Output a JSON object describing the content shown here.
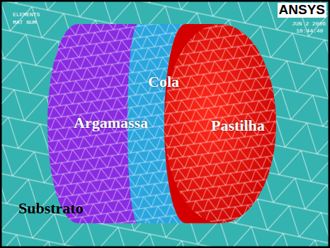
{
  "diagram": {
    "nodes": [
      {
        "text": [
          "Argamassa"
        ]
      },
      {
        "text": [
          "Cola"
        ]
      },
      {
        "text": [
          "Pastilha"
        ]
      }
    ],
    "labels": [
      "ELEMENTS",
      "MAT NUM",
      "ANSYS",
      "JUN 2 2006",
      "10:44:40",
      "Substrato"
    ]
  }
}
